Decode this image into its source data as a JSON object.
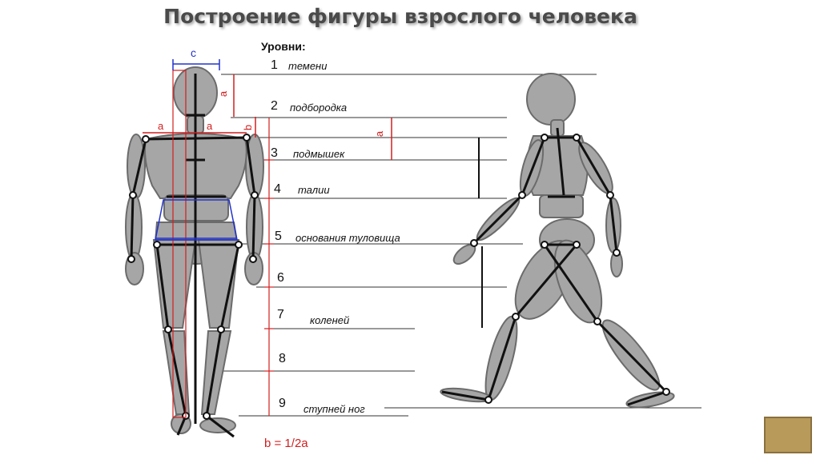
{
  "title": "Построение фигуры взрослого человека",
  "levels_heading": "Уровни:",
  "levels": [
    {
      "num": "1",
      "name": "темени"
    },
    {
      "num": "2",
      "name": "подбородка"
    },
    {
      "num": "3",
      "name": "подмышек"
    },
    {
      "num": "4",
      "name": "талии"
    },
    {
      "num": "5",
      "name": "основания туловища"
    },
    {
      "num": "6",
      "name": ""
    },
    {
      "num": "7",
      "name": "коленей"
    },
    {
      "num": "8",
      "name": ""
    },
    {
      "num": "9",
      "name": "ступней ног"
    }
  ],
  "dimension_labels": {
    "c": "c",
    "a": "a",
    "b": "b"
  },
  "formula": "b = 1/2a",
  "colors": {
    "figure_fill": "#a6a6a6",
    "figure_stroke": "#6b6b6b",
    "red": "#d21e1e",
    "blue": "#2233cc",
    "home_button": "#b89a5a"
  },
  "home_button": {
    "icon": "home-icon"
  }
}
